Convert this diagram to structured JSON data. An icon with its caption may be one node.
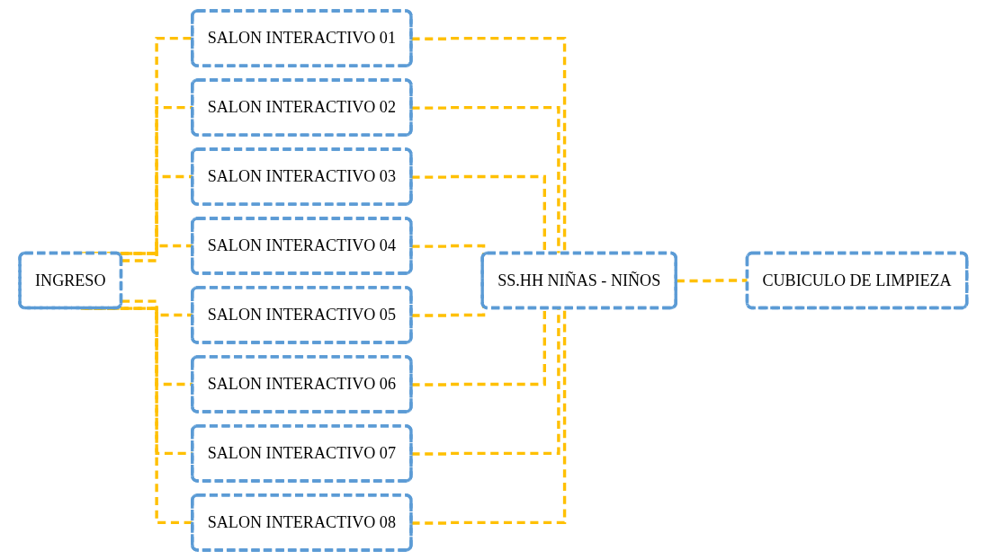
{
  "diagram": {
    "nodes": [
      {
        "text": [
          "INGRESO"
        ]
      },
      {
        "text": [
          "SALON INTERACTIVO 01"
        ]
      },
      {
        "text": [
          "SALON INTERACTIVO 02"
        ]
      },
      {
        "text": [
          "SALON INTERACTIVO 03"
        ]
      },
      {
        "text": [
          "SALON INTERACTIVO 04"
        ]
      },
      {
        "text": [
          "SALON INTERACTIVO 05"
        ]
      },
      {
        "text": [
          "SALON INTERACTIVO 06"
        ]
      },
      {
        "text": [
          "SALON INTERACTIVO 07"
        ]
      },
      {
        "text": [
          "SALON INTERACTIVO 08"
        ]
      },
      {
        "text": [
          "SS.HH NIÑAS - NIÑOS"
        ]
      },
      {
        "text": [
          "CUBICULO DE LIMPIEZA"
        ]
      }
    ],
    "edges": [
      {
        "from": 0,
        "to": 1,
        "arrow": "none",
        "style": "dashed"
      },
      {
        "from": 0,
        "to": 2,
        "arrow": "none",
        "style": "dashed"
      },
      {
        "from": 0,
        "to": 3,
        "arrow": "none",
        "style": "dashed"
      },
      {
        "from": 0,
        "to": 4,
        "arrow": "none",
        "style": "dashed"
      },
      {
        "from": 0,
        "to": 5,
        "arrow": "none",
        "style": "dashed"
      },
      {
        "from": 0,
        "to": 6,
        "arrow": "none",
        "style": "dashed"
      },
      {
        "from": 0,
        "to": 7,
        "arrow": "none",
        "style": "dashed"
      },
      {
        "from": 0,
        "to": 8,
        "arrow": "none",
        "style": "dashed"
      },
      {
        "from": 1,
        "to": 9,
        "arrow": "none",
        "style": "dashed"
      },
      {
        "from": 2,
        "to": 9,
        "arrow": "none",
        "style": "dashed"
      },
      {
        "from": 3,
        "to": 9,
        "arrow": "none",
        "style": "dashed"
      },
      {
        "from": 4,
        "to": 9,
        "arrow": "none",
        "style": "dashed"
      },
      {
        "from": 5,
        "to": 9,
        "arrow": "none",
        "style": "dashed"
      },
      {
        "from": 6,
        "to": 9,
        "arrow": "none",
        "style": "dashed"
      },
      {
        "from": 7,
        "to": 9,
        "arrow": "none",
        "style": "dashed"
      },
      {
        "from": 8,
        "to": 9,
        "arrow": "none",
        "style": "dashed"
      },
      {
        "from": 9,
        "to": 10,
        "arrow": "none",
        "style": "dashed"
      }
    ]
  }
}
